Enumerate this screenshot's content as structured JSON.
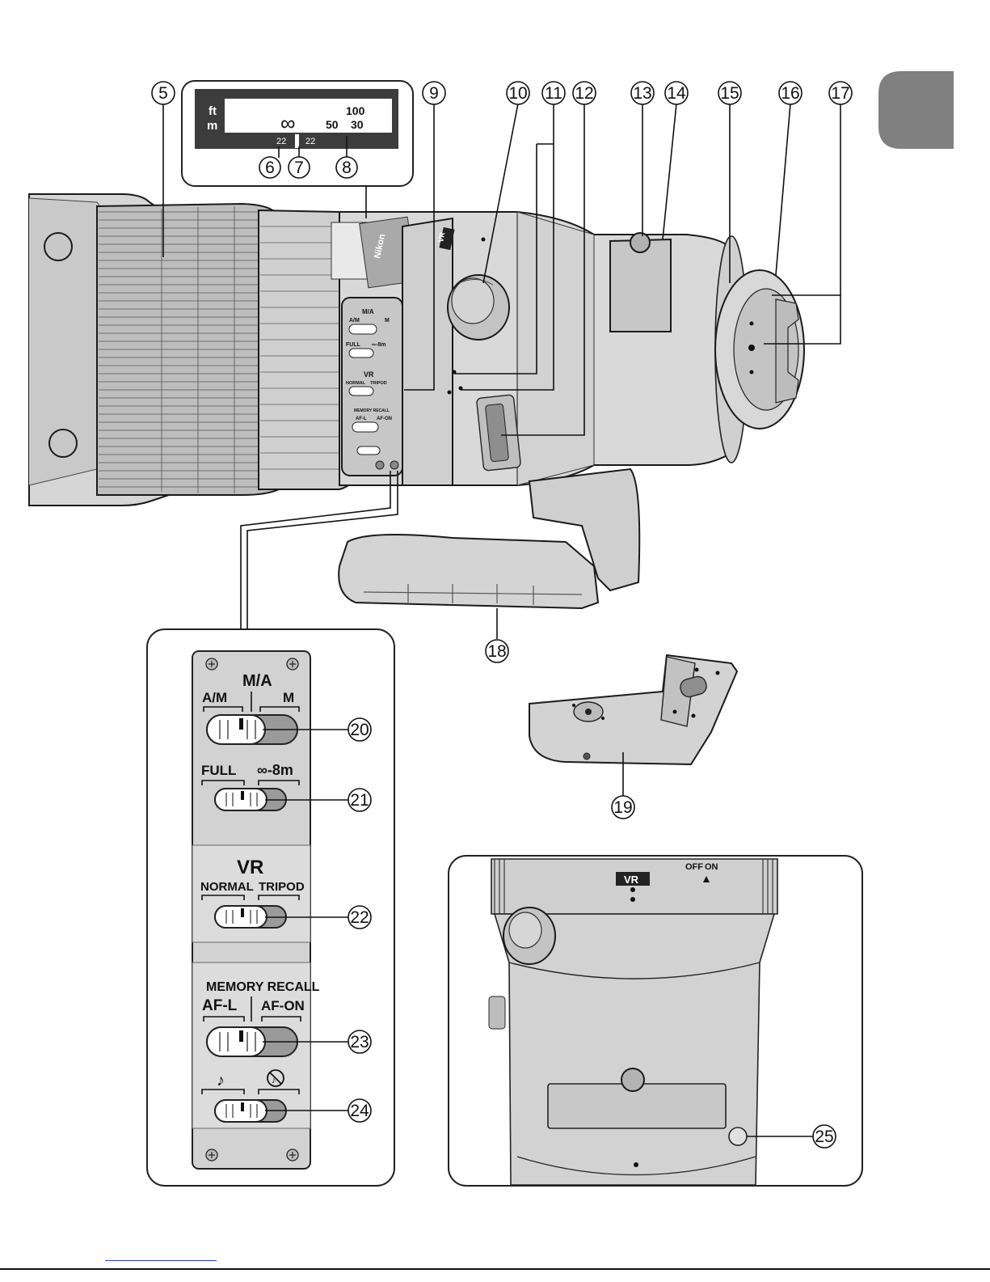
{
  "page_tab": {
    "color": "#808080"
  },
  "distance_scale": {
    "unit_ft": "ft",
    "unit_m": "m",
    "ft_value": "100",
    "m_infinity": "∞",
    "m_value_1": "50",
    "m_value_2": "30",
    "dof_left": "22",
    "dof_right": "22"
  },
  "callouts": {
    "c5": "5",
    "c6": "6",
    "c7": "7",
    "c8": "8",
    "c9": "9",
    "c10": "10",
    "c11": "11",
    "c12": "12",
    "c13": "13",
    "c14": "14",
    "c15": "15",
    "c16": "16",
    "c17": "17",
    "c18": "18",
    "c19": "19",
    "c20": "20",
    "c21": "21",
    "c22": "22",
    "c23": "23",
    "c24": "24",
    "c25": "25"
  },
  "switch_panel": {
    "focus_mode": {
      "top_label": "M/A",
      "left_label": "A/M",
      "right_label": "M"
    },
    "focus_limit": {
      "left_label": "FULL",
      "right_label": "∞-8m"
    },
    "vr_mode": {
      "title": "VR",
      "left_label": "NORMAL",
      "right_label": "TRIPOD"
    },
    "memory": {
      "title": "MEMORY RECALL",
      "left_label": "AF-L",
      "right_label": "AF-ON"
    },
    "beep": {
      "left_symbol": "♪",
      "right_symbol": "🔇"
    }
  },
  "lens_small_labels": {
    "vr": "VR",
    "brand": "Nikon",
    "sw_ma": "M/A",
    "sw_am": "A/M",
    "sw_m": "M",
    "sw_full": "FULL",
    "sw_inf": "∞-8m",
    "sw_vr": "VR",
    "sw_normal": "NORMAL",
    "sw_tripod": "TRIPOD",
    "sw_memory": "MEMORY RECALL",
    "sw_afl": "AF-L",
    "sw_afon": "AF-ON"
  },
  "inset_vr": {
    "vr_badge": "VR",
    "off_label": "OFF",
    "on_label": "ON"
  }
}
